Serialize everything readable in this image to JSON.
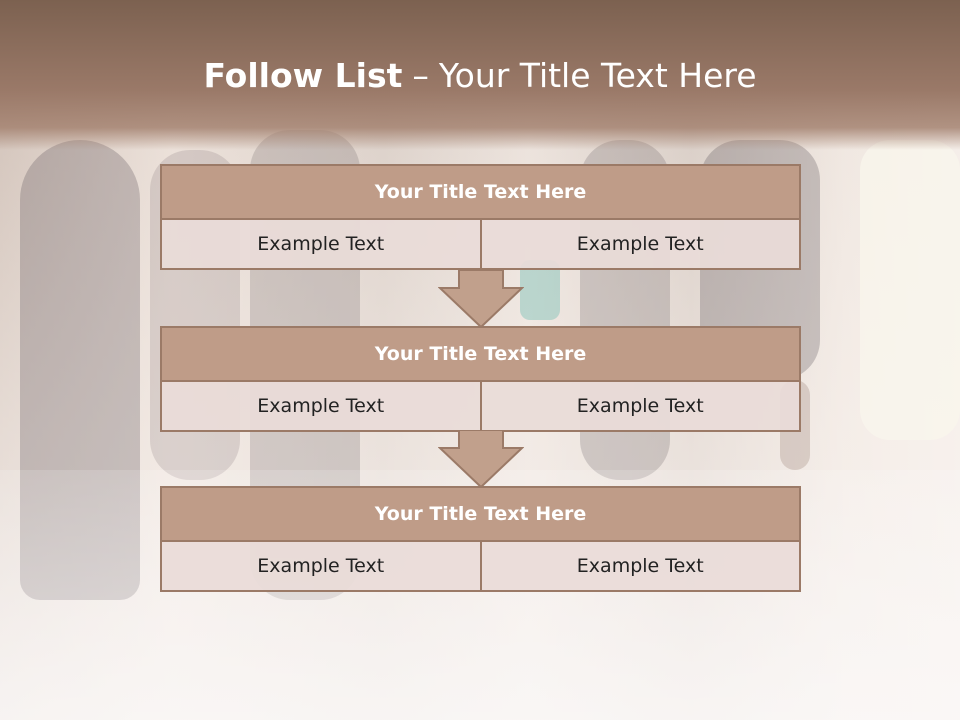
{
  "slide": {
    "title_bold": "Follow List",
    "title_separator": "–",
    "title_rest": "Your Title Text Here"
  },
  "blocks": [
    {
      "title": "Your Title Text Here",
      "left": "Example Text",
      "right": "Example Text"
    },
    {
      "title": "Your Title Text Here",
      "left": "Example Text",
      "right": "Example Text"
    },
    {
      "title": "Your Title Text Here",
      "left": "Example Text",
      "right": "Example Text"
    }
  ],
  "colors": {
    "header": "#8d6e5d",
    "block_title": "#bf9c88",
    "border": "#9b7a67",
    "cell": "#e9dcd8"
  },
  "icons": [
    "down-arrow-icon"
  ]
}
